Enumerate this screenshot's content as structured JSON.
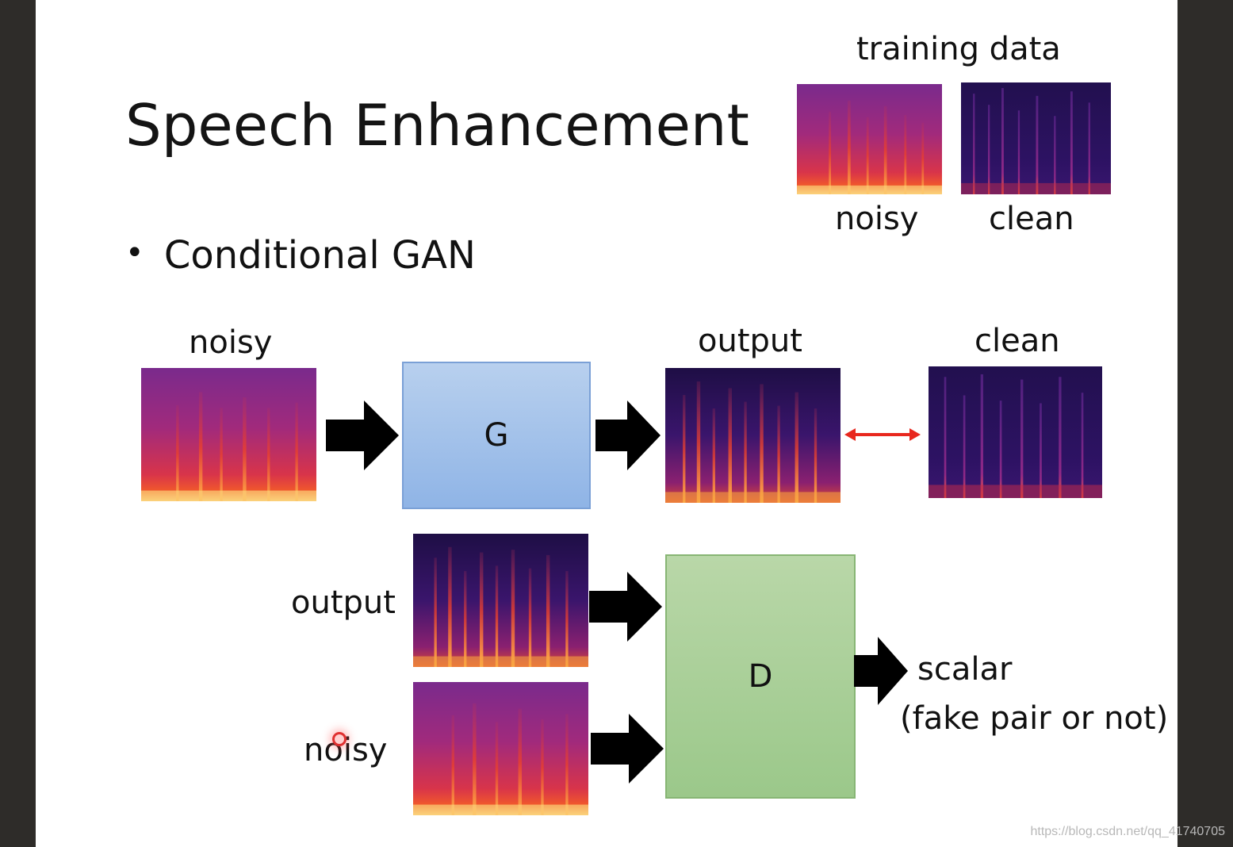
{
  "slide": {
    "title": "Speech Enhancement",
    "bullet": "Conditional GAN",
    "training_data": {
      "heading": "training data",
      "noisy_label": "noisy",
      "clean_label": "clean"
    },
    "generator_row": {
      "input_label": "noisy",
      "generator": "G",
      "output_label": "output",
      "target_label": "clean"
    },
    "discriminator_row": {
      "output_label": "output",
      "noisy_label": "noisy",
      "discriminator": "D",
      "result_line1": "scalar",
      "result_line2": "(fake pair or not)"
    }
  },
  "watermark": "https://blog.csdn.net/qq_41740705",
  "colors": {
    "generator_fill": "#9fbfe9",
    "discriminator_fill": "#a8cf95",
    "compare_arrow": "#e8271e",
    "spectrogram_noisy": "#8a1f7a",
    "spectrogram_clean": "#1d0f4a"
  }
}
